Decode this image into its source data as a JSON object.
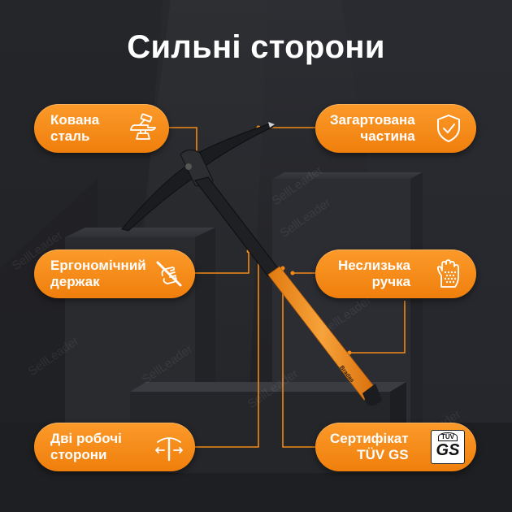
{
  "title": "Сильні сторони",
  "features": [
    {
      "id": "forged",
      "line1": "Кована",
      "line2": "сталь",
      "icon": "anvil-hammer-icon"
    },
    {
      "id": "hardened",
      "line1": "Загартована",
      "line2": "частина",
      "icon": "shield-check-icon"
    },
    {
      "id": "ergonomic",
      "line1": "Ергономічний",
      "line2": "держак",
      "icon": "hand-grip-icon"
    },
    {
      "id": "nonslip",
      "line1": "Неслизька",
      "line2": "ручка",
      "icon": "dotted-glove-icon"
    },
    {
      "id": "twosides",
      "line1": "Дві робочі",
      "line2": "сторони",
      "icon": "pickaxe-arrows-icon"
    },
    {
      "id": "tuv",
      "line1": "Сертифікат",
      "line2": "TÜV GS",
      "icon": "tuv-gs-badge-icon"
    }
  ],
  "tuv_badge": {
    "top": "TÜV",
    "bottom": "GS"
  },
  "handle_brand": "Bradas",
  "watermark": "SellLeader",
  "colors": {
    "accent": "#f28a17",
    "background": "#26272b",
    "handle": "#f39422"
  }
}
